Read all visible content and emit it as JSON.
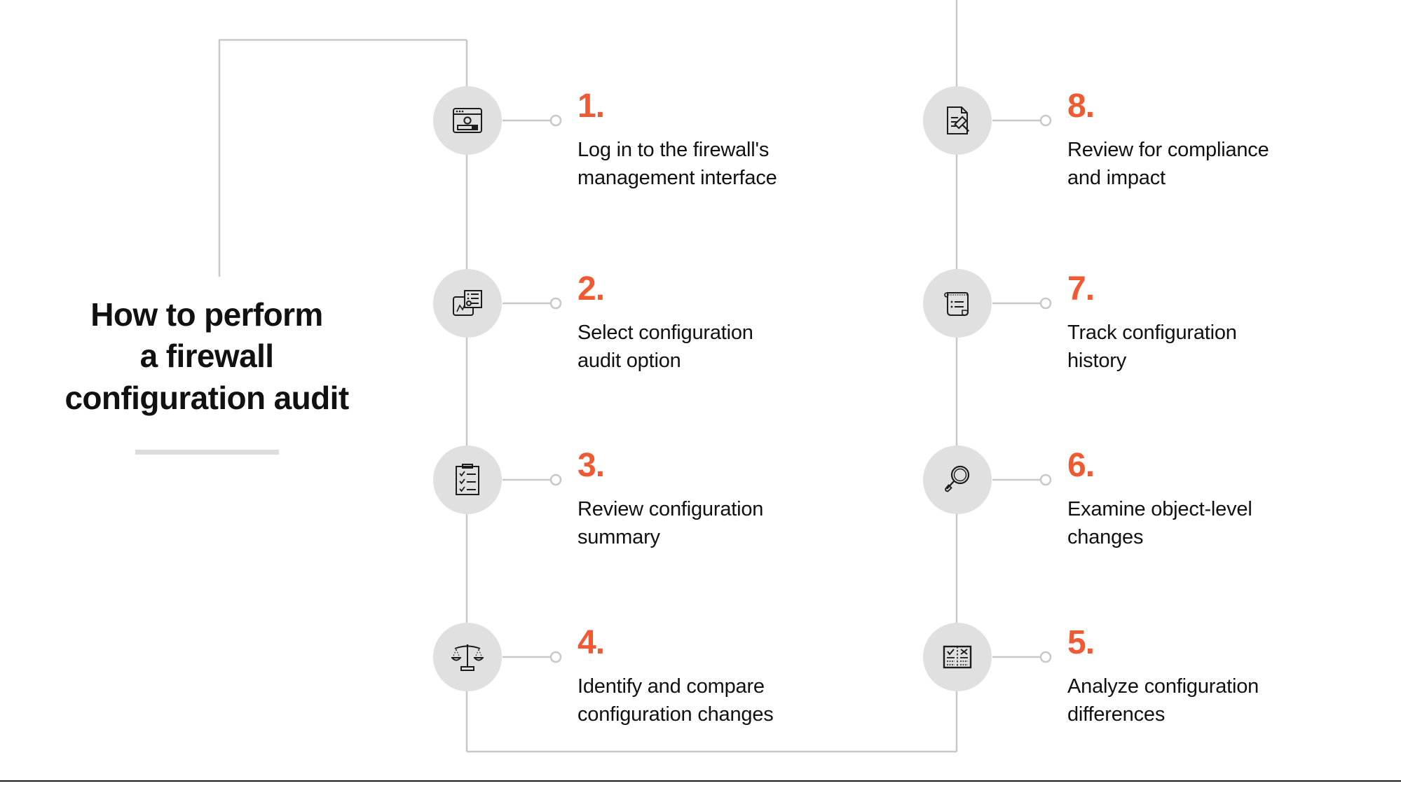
{
  "title": {
    "text": "How to perform\na firewall\nconfiguration audit"
  },
  "colors": {
    "accent": "#f05a32",
    "text": "#111111",
    "icon_circle": "#e0e0e0",
    "connector": "#c8c8c8",
    "rule": "#dcdcdc"
  },
  "steps": [
    {
      "number": "1.",
      "label": "Log in to the firewall's\nmanagement interface",
      "icon": "browser-login-icon",
      "column": "left"
    },
    {
      "number": "2.",
      "label": "Select configuration\naudit option",
      "icon": "chart-options-list-icon",
      "column": "left"
    },
    {
      "number": "3.",
      "label": "Review configuration\nsummary",
      "icon": "checklist-clipboard-icon",
      "column": "left"
    },
    {
      "number": "4.",
      "label": "Identify and compare\nconfiguration changes",
      "icon": "balance-scales-icon",
      "column": "left"
    },
    {
      "number": "5.",
      "label": "Analyze configuration\ndifferences",
      "icon": "compare-check-cross-icon",
      "column": "right"
    },
    {
      "number": "6.",
      "label": "Examine object-level\nchanges",
      "icon": "magnifying-glass-icon",
      "column": "right"
    },
    {
      "number": "7.",
      "label": "Track configuration\nhistory",
      "icon": "scroll-history-icon",
      "column": "right"
    },
    {
      "number": "8.",
      "label": "Review for compliance\nand impact",
      "icon": "document-gavel-icon",
      "column": "right"
    }
  ]
}
